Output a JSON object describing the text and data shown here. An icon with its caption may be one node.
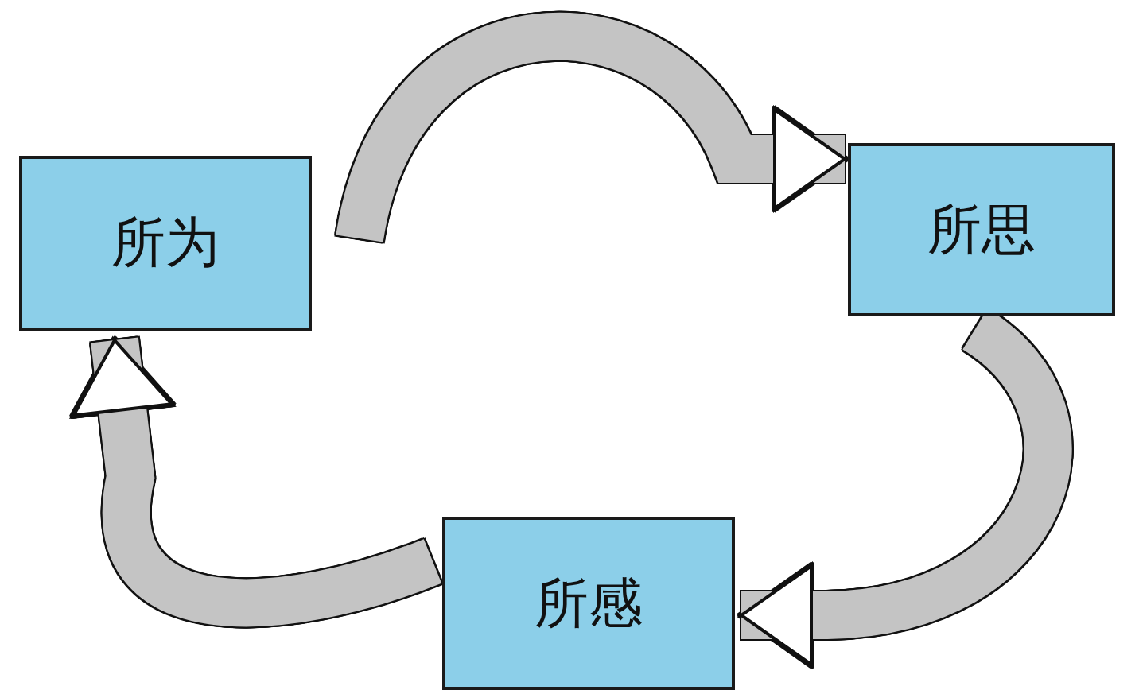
{
  "diagram": {
    "nodes": [
      {
        "text": [
          "所为"
        ]
      },
      {
        "text": [
          "所思"
        ]
      },
      {
        "text": [
          "所感"
        ]
      }
    ],
    "edges": [
      {
        "from": 0,
        "to": 1,
        "arrow": "to"
      },
      {
        "from": 1,
        "to": 2,
        "arrow": "to"
      },
      {
        "from": 2,
        "to": 0,
        "arrow": "to"
      }
    ]
  }
}
